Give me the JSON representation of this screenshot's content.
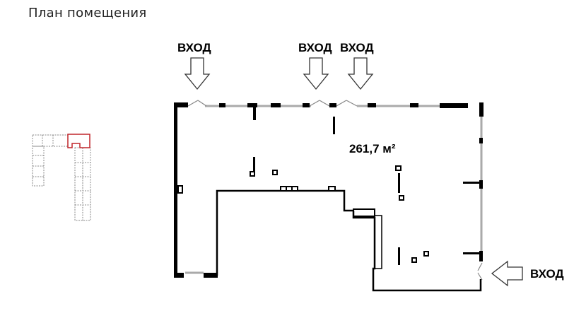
{
  "title": "План помещения",
  "entrances": [
    {
      "label": "ВХОД"
    },
    {
      "label": "ВХОД"
    },
    {
      "label": "ВХОД"
    },
    {
      "label": "ВХОД"
    }
  ],
  "area_label": "261,7 м²",
  "colors": {
    "highlight": "#c0262c",
    "wall": "#000000",
    "glass": "#bbbbbb"
  }
}
